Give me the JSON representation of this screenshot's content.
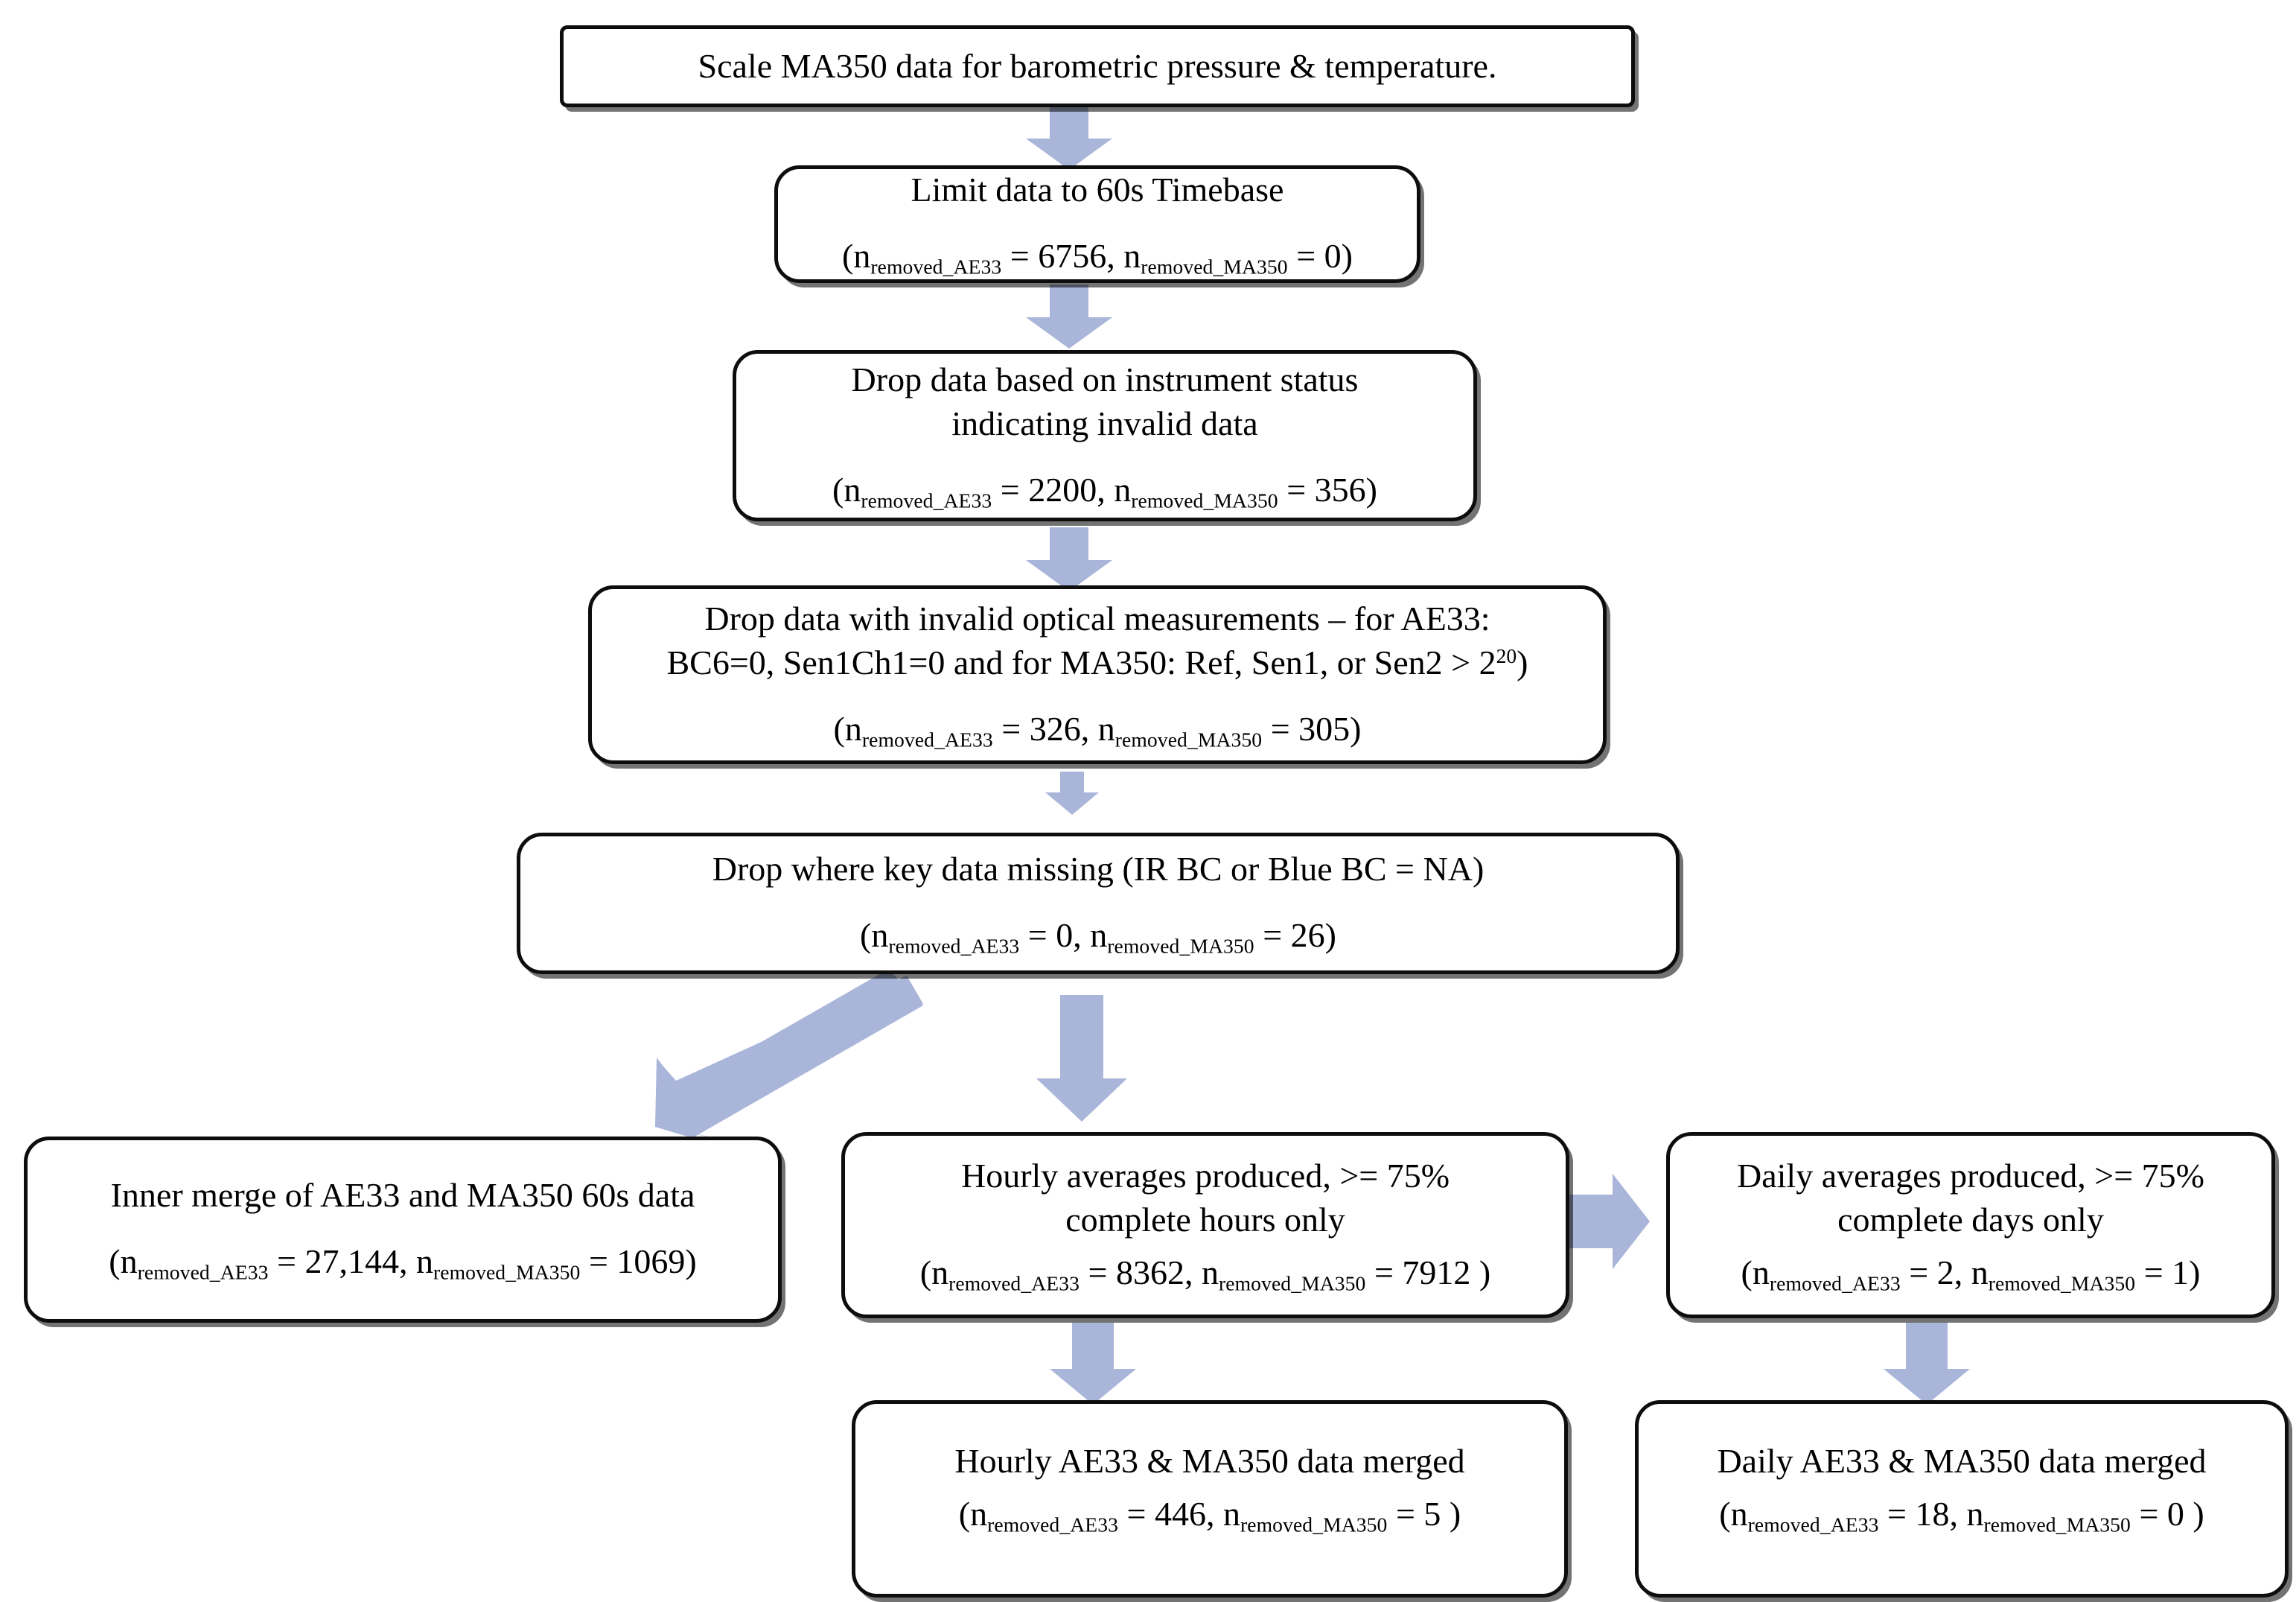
{
  "diagram": {
    "title": "MA350 / AE33 data processing flowchart",
    "accent_arrow_color": "#a9b5d9",
    "box_border_color": "#0d0d0d",
    "background_color": "#ffffff",
    "label_ae33": "n",
    "sub_ae33": "removed_AE33",
    "sub_ma350": "removed_MA350"
  },
  "nodes": {
    "scale": {
      "id": "scale-ma350",
      "line1": "Scale MA350 data for barometric pressure & temperature."
    },
    "limit_timebase": {
      "id": "limit-60s-timebase",
      "line1": "Limit data to 60s Timebase",
      "stats_prefix": "(n",
      "stats_mid": " = 6756, n",
      "stats_suffix": " = 0)",
      "n_removed_ae33": "6756",
      "n_removed_ma350": "0"
    },
    "drop_status": {
      "id": "drop-instrument-status",
      "line1": "Drop data based on instrument status",
      "line2": "indicating invalid data",
      "stats_prefix": "(n",
      "stats_mid": " = 2200, n",
      "stats_suffix": " = 356)",
      "n_removed_ae33": "2200",
      "n_removed_ma350": "356"
    },
    "drop_optical": {
      "id": "drop-invalid-optical",
      "line1": "Drop data with invalid optical measurements – for AE33:",
      "line2a": "BC6=0, Sen1Ch1=0 and for MA350: Ref, Sen1, or Sen2 > 2",
      "line2_sup": "20",
      "line2b": ")",
      "stats_prefix": "(n",
      "stats_mid": " = 326, n",
      "stats_suffix": " = 305)",
      "n_removed_ae33": "326",
      "n_removed_ma350": "305"
    },
    "drop_missing": {
      "id": "drop-key-data-missing",
      "line1": "Drop where key data missing (IR BC or Blue BC = NA)",
      "stats_prefix": "(n",
      "stats_mid": " = 0, n",
      "stats_suffix": " = 26)",
      "n_removed_ae33": "0",
      "n_removed_ma350": "26"
    },
    "inner_merge": {
      "id": "inner-merge-60s",
      "line1": "Inner merge of AE33 and MA350 60s data",
      "stats_prefix": "(n",
      "stats_mid": " = 27,144, n",
      "stats_suffix": " = 1069)",
      "n_removed_ae33": "27,144",
      "n_removed_ma350": "1069"
    },
    "hourly_avg": {
      "id": "hourly-averages",
      "line1": "Hourly averages produced, >= 75%",
      "line2": "complete hours only",
      "stats_prefix": "(n",
      "stats_mid": " = 8362, n",
      "stats_suffix": " = 7912 )",
      "n_removed_ae33": "8362",
      "n_removed_ma350": "7912"
    },
    "daily_avg": {
      "id": "daily-averages",
      "line1": "Daily averages produced, >= 75%",
      "line2": "complete days only",
      "stats_prefix": "(n",
      "stats_mid": " = 2, n",
      "stats_suffix": " = 1)",
      "n_removed_ae33": "2",
      "n_removed_ma350": "1"
    },
    "hourly_merged": {
      "id": "hourly-merged",
      "line1": "Hourly AE33 & MA350 data merged",
      "stats_prefix": "(n",
      "stats_mid": " = 446, n",
      "stats_suffix": " = 5 )",
      "n_removed_ae33": "446",
      "n_removed_ma350": "5"
    },
    "daily_merged": {
      "id": "daily-merged",
      "line1": "Daily AE33 & MA350 data merged",
      "stats_prefix": "(n",
      "stats_mid": " = 18, n",
      "stats_suffix": " = 0 )",
      "n_removed_ae33": "18",
      "n_removed_ma350": "0"
    }
  },
  "arrows": [
    {
      "name": "arrow-scale-to-limit",
      "direction": "down"
    },
    {
      "name": "arrow-limit-to-status",
      "direction": "down"
    },
    {
      "name": "arrow-status-to-optical",
      "direction": "down"
    },
    {
      "name": "arrow-optical-to-missing",
      "direction": "down"
    },
    {
      "name": "arrow-missing-to-inner-merge",
      "direction": "down-left"
    },
    {
      "name": "arrow-missing-to-hourly",
      "direction": "down"
    },
    {
      "name": "arrow-hourly-to-daily",
      "direction": "right"
    },
    {
      "name": "arrow-hourly-to-hourly-merged",
      "direction": "down"
    },
    {
      "name": "arrow-daily-to-daily-merged",
      "direction": "down"
    }
  ]
}
